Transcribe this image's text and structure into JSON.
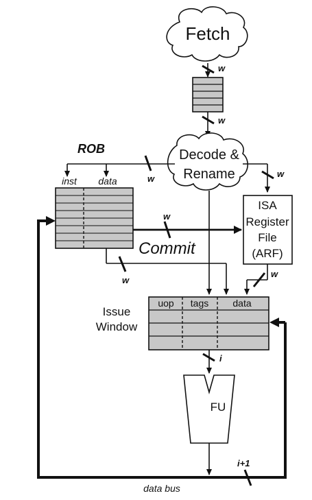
{
  "nodes": {
    "fetch": "Fetch",
    "decode_line1": "Decode &",
    "decode_line2": "Rename",
    "rob_title": "ROB",
    "rob_col_inst": "inst",
    "rob_col_data": "data",
    "commit": "Commit",
    "arf_line1": "ISA",
    "arf_line2": "Register",
    "arf_line3": "File",
    "arf_line4": "(ARF)",
    "issue_line1": "Issue",
    "issue_line2": "Window",
    "issue_col_uop": "uop",
    "issue_col_tags": "tags",
    "issue_col_data": "data",
    "fu": "FU",
    "data_bus": "data bus"
  },
  "widths": {
    "fetch_out": "w",
    "queue_out": "w",
    "to_rob": "w",
    "to_arf": "w",
    "commit_bus": "w",
    "rob_to_issue": "w",
    "arf_to_issue": "w",
    "issue_to_fu": "i",
    "fu_bus": "i+1"
  },
  "colors": {
    "fill_gray": "#c8c8c8",
    "stroke": "#111111"
  }
}
